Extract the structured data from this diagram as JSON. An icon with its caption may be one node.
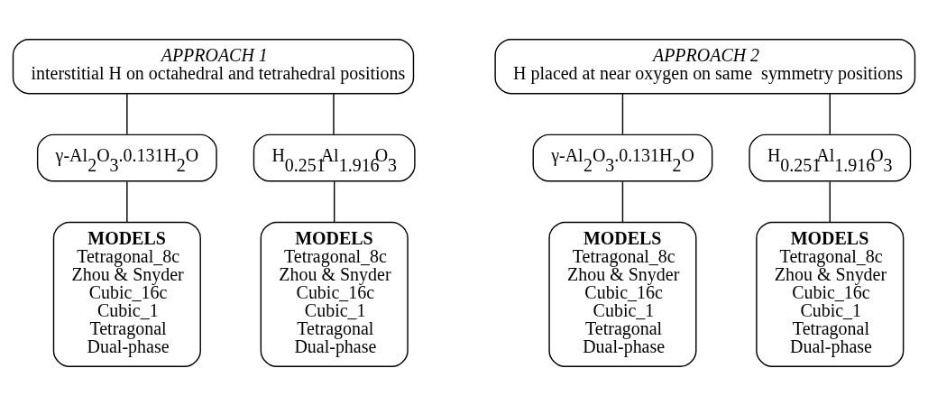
{
  "diagram": {
    "nodes": [
      {
        "text": [
          "APPROACH 1",
          "interstitial H on octahedral and tetrahedral positions"
        ]
      },
      {
        "text": [
          "γ-Al$_{2}$O$_{3}$.0.131H$_{2}$O"
        ]
      },
      {
        "text": [
          "H$_{0.251}$Al$_{1.916}$O$_{3}$"
        ]
      },
      {
        "text": [
          "MODELS",
          "Tetragonal_8c",
          "Zhou & Snyder",
          "Cubic_16c",
          "Cubic_1",
          "Tetragonal",
          "Dual-phase"
        ]
      },
      {
        "text": [
          "MODELS",
          "Tetragonal_8c",
          "Zhou & Snyder",
          "Cubic_16c",
          "Cubic_1",
          "Tetragonal",
          "Dual-phase"
        ]
      },
      {
        "text": [
          "APPROACH 2",
          "H placed at near oxygen on same  symmetry positions"
        ]
      },
      {
        "text": [
          "γ-Al$_{2}$O$_{3}$.0.131H$_{2}$O"
        ]
      },
      {
        "text": [
          "H$_{0.251}$Al$_{1.916}$O$_{3}$"
        ]
      },
      {
        "text": [
          "MODELS",
          "Tetragonal_8c",
          "Zhou & Snyder",
          "Cubic_16c",
          "Cubic_1",
          "Tetragonal",
          "Dual-phase"
        ]
      },
      {
        "text": [
          "MODELS",
          "Tetragonal_8c",
          "Zhou & Snyder",
          "Cubic_16c",
          "Cubic_1",
          "Tetragonal",
          "Dual-phase"
        ]
      }
    ],
    "edges": [
      {
        "from": 0,
        "to": 1,
        "arrow": "none"
      },
      {
        "from": 0,
        "to": 2,
        "arrow": "none"
      },
      {
        "from": 1,
        "to": 3,
        "arrow": "none"
      },
      {
        "from": 2,
        "to": 4,
        "arrow": "none"
      },
      {
        "from": 5,
        "to": 6,
        "arrow": "none"
      },
      {
        "from": 5,
        "to": 7,
        "arrow": "none"
      },
      {
        "from": 6,
        "to": 8,
        "arrow": "none"
      },
      {
        "from": 7,
        "to": 9,
        "arrow": "none"
      }
    ]
  }
}
